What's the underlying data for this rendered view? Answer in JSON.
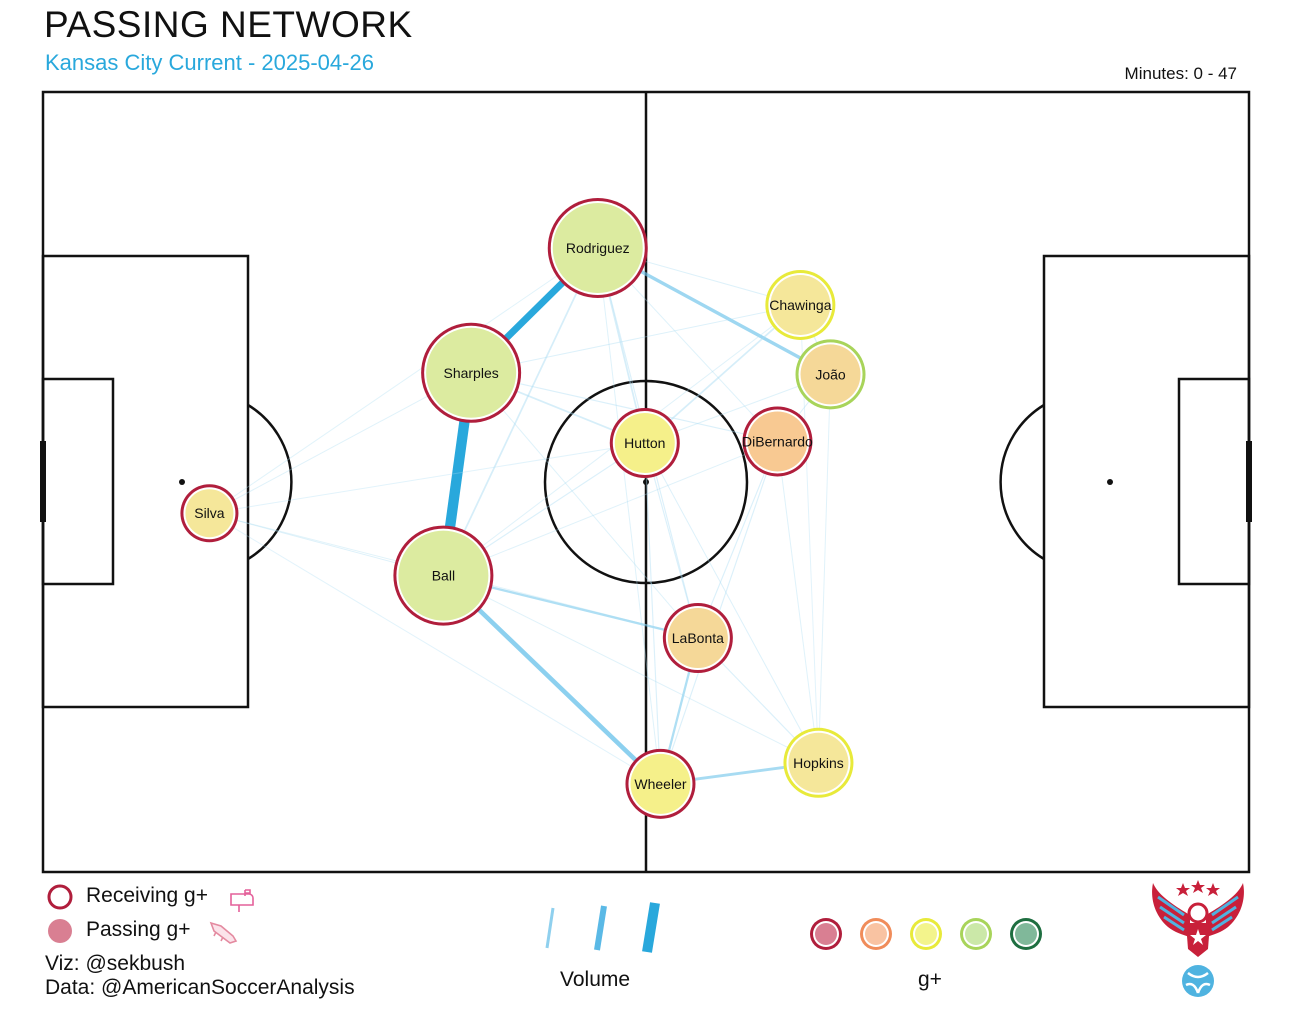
{
  "header": {
    "title": "PASSING NETWORK",
    "subtitle": "Kansas City Current - 2025-04-26",
    "minutes": "Minutes: 0 - 47"
  },
  "chart_data": {
    "type": "network",
    "nodes": [
      {
        "name": "Rodriguez",
        "pitch_x": 46.0,
        "pitch_y": 80.0,
        "volume": "large",
        "receiving_color": "#b01e3c",
        "passing_color": "#dceba0"
      },
      {
        "name": "Sharples",
        "pitch_x": 35.5,
        "pitch_y": 64.0,
        "volume": "large",
        "receiving_color": "#b01e3c",
        "passing_color": "#dceba0"
      },
      {
        "name": "Ball",
        "pitch_x": 33.2,
        "pitch_y": 38.0,
        "volume": "large",
        "receiving_color": "#b01e3c",
        "passing_color": "#dceba0"
      },
      {
        "name": "Silva",
        "pitch_x": 13.8,
        "pitch_y": 46.0,
        "volume": "small",
        "receiving_color": "#b01e3c",
        "passing_color": "#f5e79a"
      },
      {
        "name": "Hutton",
        "pitch_x": 49.9,
        "pitch_y": 55.0,
        "volume": "medium",
        "receiving_color": "#b01e3c",
        "passing_color": "#f5f08a"
      },
      {
        "name": "Chawinga",
        "pitch_x": 62.8,
        "pitch_y": 72.7,
        "volume": "medium",
        "receiving_color": "#e8ea3a",
        "passing_color": "#f5e79a"
      },
      {
        "name": "João",
        "pitch_x": 65.3,
        "pitch_y": 63.8,
        "volume": "medium",
        "receiving_color": "#a8d45a",
        "passing_color": "#f5d898"
      },
      {
        "name": "DiBernardo",
        "pitch_x": 60.9,
        "pitch_y": 55.2,
        "volume": "medium",
        "receiving_color": "#b01e3c",
        "passing_color": "#f8c992"
      },
      {
        "name": "LaBonta",
        "pitch_x": 54.3,
        "pitch_y": 30.0,
        "volume": "medium",
        "receiving_color": "#b01e3c",
        "passing_color": "#f5d898"
      },
      {
        "name": "Hopkins",
        "pitch_x": 64.3,
        "pitch_y": 14.0,
        "volume": "medium",
        "receiving_color": "#e8ea3a",
        "passing_color": "#f5e79a"
      },
      {
        "name": "Wheeler",
        "pitch_x": 51.2,
        "pitch_y": 11.3,
        "volume": "medium",
        "receiving_color": "#b01e3c",
        "passing_color": "#f5f08a"
      }
    ],
    "edges": [
      {
        "from": "Sharples",
        "to": "Ball",
        "weight": 9
      },
      {
        "from": "Rodriguez",
        "to": "Sharples",
        "weight": 6
      },
      {
        "from": "Ball",
        "to": "Wheeler",
        "weight": 4
      },
      {
        "from": "Rodriguez",
        "to": "João",
        "weight": 3
      },
      {
        "from": "Wheeler",
        "to": "Hopkins",
        "weight": 2.5
      },
      {
        "from": "Wheeler",
        "to": "LaBonta",
        "weight": 2
      },
      {
        "from": "Ball",
        "to": "LaBonta",
        "weight": 2
      },
      {
        "from": "Hutton",
        "to": "Chawinga",
        "weight": 1.5
      },
      {
        "from": "Rodriguez",
        "to": "Hutton",
        "weight": 1.5
      },
      {
        "from": "Rodriguez",
        "to": "Ball",
        "weight": 1.5
      },
      {
        "from": "Sharples",
        "to": "Hutton",
        "weight": 1.5
      },
      {
        "from": "Sharples",
        "to": "DiBernardo",
        "weight": 1
      },
      {
        "from": "Sharples",
        "to": "Chawinga",
        "weight": 0.8
      },
      {
        "from": "Ball",
        "to": "Hutton",
        "weight": 1
      },
      {
        "from": "Rodriguez",
        "to": "LaBonta",
        "weight": 1
      },
      {
        "from": "Hutton",
        "to": "LaBonta",
        "weight": 1
      },
      {
        "from": "Hutton",
        "to": "Wheeler",
        "weight": 1
      },
      {
        "from": "Hutton",
        "to": "Hopkins",
        "weight": 0.8
      },
      {
        "from": "DiBernardo",
        "to": "LaBonta",
        "weight": 1
      },
      {
        "from": "DiBernardo",
        "to": "Wheeler",
        "weight": 1
      },
      {
        "from": "DiBernardo",
        "to": "Hopkins",
        "weight": 0.6
      },
      {
        "from": "LaBonta",
        "to": "Hopkins",
        "weight": 1
      },
      {
        "from": "João",
        "to": "Hopkins",
        "weight": 0.5
      },
      {
        "from": "João",
        "to": "DiBernardo",
        "weight": 0.8
      },
      {
        "from": "Chawinga",
        "to": "João",
        "weight": 1
      },
      {
        "from": "Silva",
        "to": "Ball",
        "weight": 0.8
      },
      {
        "from": "Silva",
        "to": "Sharples",
        "weight": 0.5
      },
      {
        "from": "Silva",
        "to": "Rodriguez",
        "weight": 0.4
      },
      {
        "from": "Silva",
        "to": "Hutton",
        "weight": 0.3
      },
      {
        "from": "Silva",
        "to": "LaBonta",
        "weight": 0.4
      },
      {
        "from": "Silva",
        "to": "Wheeler",
        "weight": 0.3
      },
      {
        "from": "Ball",
        "to": "Hopkins",
        "weight": 0.5
      },
      {
        "from": "Rodriguez",
        "to": "DiBernardo",
        "weight": 0.6
      },
      {
        "from": "Rodriguez",
        "to": "Chawinga",
        "weight": 0.8
      },
      {
        "from": "Rodriguez",
        "to": "Wheeler",
        "weight": 0.6
      },
      {
        "from": "Sharples",
        "to": "LaBonta",
        "weight": 0.6
      },
      {
        "from": "Ball",
        "to": "Chawinga",
        "weight": 0.5
      },
      {
        "from": "Ball",
        "to": "DiBernardo",
        "weight": 0.5
      },
      {
        "from": "Hutton",
        "to": "João",
        "weight": 0.6
      },
      {
        "from": "Hopkins",
        "to": "Chawinga",
        "weight": 0.3
      }
    ]
  },
  "legend": {
    "receiving_label": "Receiving g+",
    "passing_label": "Passing g+",
    "volume_label": "Volume",
    "gplus_label": "g+",
    "gplus_scale_colors": [
      "#b01e3c",
      "#f08c5a",
      "#e8ea3a",
      "#a8d45a",
      "#1e6e40"
    ]
  },
  "credits": {
    "viz": "Viz: @sekbush",
    "data": "Data: @AmericanSoccerAnalysis"
  }
}
